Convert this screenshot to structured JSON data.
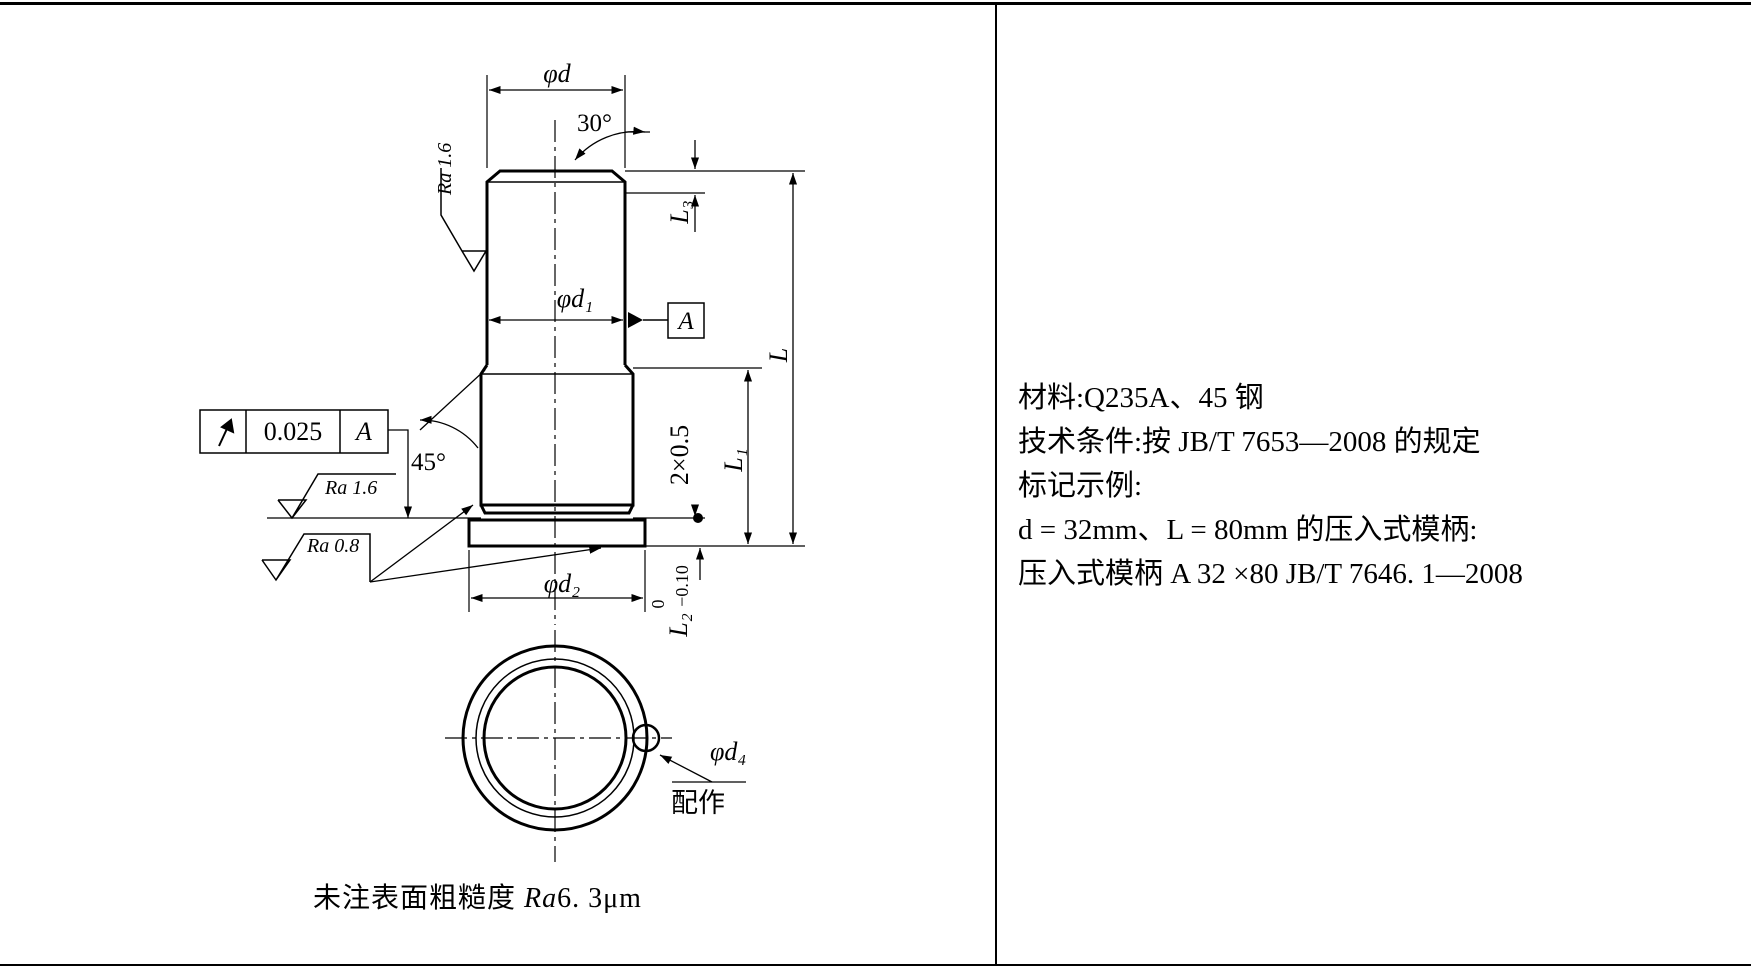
{
  "drawing": {
    "dims": {
      "d": "φd",
      "d1": "φd₁",
      "d2": "φd₂",
      "d4": "φd₄",
      "L": "L",
      "L1": "L₁",
      "L3": "L₃",
      "L2": "L₂",
      "L2_tol_upper": "0",
      "L2_tol_lower": "−0.10",
      "chamfer": "2×0.5",
      "angle_top": "30°",
      "angle_chamfer": "45°"
    },
    "roughness": {
      "top": "Ra 1.6",
      "shoulder": "Ra 1.6",
      "flange": "Ra 0.8"
    },
    "datum": "A",
    "runout": {
      "tolerance": "0.025",
      "datum": "A"
    },
    "fit_note": "配作"
  },
  "caption": {
    "prefix": "未注表面粗糙度",
    "ra": "Ra",
    "value": "6. 3μm"
  },
  "info": {
    "material": "材料:Q235A、45 钢",
    "conditions": "技术条件:按 JB/T 7653—2008 的规定",
    "example_title": "标记示例:",
    "example_spec": "d = 32mm、L = 80mm 的压入式模柄:",
    "example_mark": "压入式模柄 A 32 ×80    JB/T 7646. 1—2008"
  }
}
